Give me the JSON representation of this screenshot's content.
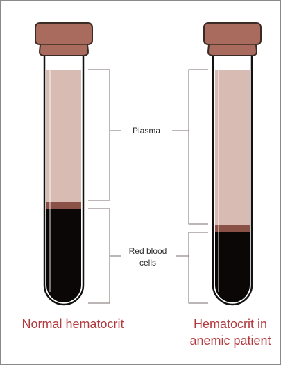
{
  "labels": {
    "plasma": "Plasma",
    "red_cells_line1": "Red blood",
    "red_cells_line2": "cells"
  },
  "tubes": [
    {
      "caption_line1": "Normal hematocrit",
      "caption_line2": "",
      "hematocrit_level": "normal"
    },
    {
      "caption_line1": "Hematocrit in",
      "caption_line2": "anemic patient",
      "hematocrit_level": "low"
    }
  ],
  "colors": {
    "cap": "#a86b5d",
    "cap_outline": "#3c2a25",
    "plasma": "#d8bcb4",
    "buffy_coat": "#8a5146",
    "red_cells": "#0b0707",
    "bracket": "#7a6f6c",
    "caption_text": "#b23a3e",
    "frame": "#8a8a8a"
  }
}
